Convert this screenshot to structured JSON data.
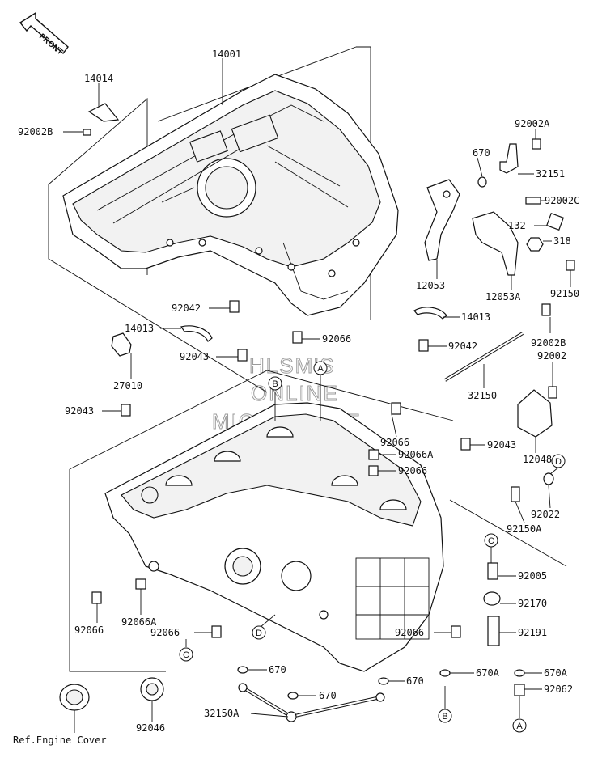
{
  "diagram": {
    "front_label": "FRONT",
    "watermark": [
      "HLSM'S",
      "ONLINE",
      "MICROFICHE"
    ],
    "reference_note": "Ref.Engine Cover",
    "part_labels": [
      {
        "id": "p14001",
        "text": "14001"
      },
      {
        "id": "p14014",
        "text": "14014"
      },
      {
        "id": "p92002B_top",
        "text": "92002B"
      },
      {
        "id": "p92002A",
        "text": "92002A"
      },
      {
        "id": "p670_top",
        "text": "670"
      },
      {
        "id": "p32151",
        "text": "32151"
      },
      {
        "id": "p92002C",
        "text": "92002C"
      },
      {
        "id": "p132",
        "text": "132"
      },
      {
        "id": "p318",
        "text": "318"
      },
      {
        "id": "p92150",
        "text": "92150"
      },
      {
        "id": "p12053",
        "text": "12053"
      },
      {
        "id": "p12053A",
        "text": "12053A"
      },
      {
        "id": "p14013_r",
        "text": "14013"
      },
      {
        "id": "p92042_l",
        "text": "92042"
      },
      {
        "id": "p14013_l",
        "text": "14013"
      },
      {
        "id": "p92066_top",
        "text": "92066"
      },
      {
        "id": "p92042_r",
        "text": "92042"
      },
      {
        "id": "p92002B_r",
        "text": "92002B"
      },
      {
        "id": "p92002",
        "text": "92002"
      },
      {
        "id": "p92043_mid",
        "text": "92043"
      },
      {
        "id": "p27010",
        "text": "27010"
      },
      {
        "id": "p32150",
        "text": "32150"
      },
      {
        "id": "p92043_l",
        "text": "92043"
      },
      {
        "id": "p92066_r1",
        "text": "92066"
      },
      {
        "id": "p92066A_r",
        "text": "92066A"
      },
      {
        "id": "p92066_r2",
        "text": "92066"
      },
      {
        "id": "p92043_r",
        "text": "92043"
      },
      {
        "id": "p12048",
        "text": "12048"
      },
      {
        "id": "p92022",
        "text": "92022"
      },
      {
        "id": "p92150A",
        "text": "92150A"
      },
      {
        "id": "p92005",
        "text": "92005"
      },
      {
        "id": "p92170",
        "text": "92170"
      },
      {
        "id": "p92191",
        "text": "92191"
      },
      {
        "id": "p92066_bl",
        "text": "92066"
      },
      {
        "id": "p92066A_bl",
        "text": "92066A"
      },
      {
        "id": "p92066_bc",
        "text": "92066"
      },
      {
        "id": "p92066_br",
        "text": "92066"
      },
      {
        "id": "p670_b1",
        "text": "670"
      },
      {
        "id": "p670_b2",
        "text": "670"
      },
      {
        "id": "p670_b3",
        "text": "670"
      },
      {
        "id": "p670A_1",
        "text": "670A"
      },
      {
        "id": "p670A_2",
        "text": "670A"
      },
      {
        "id": "p92062",
        "text": "92062"
      },
      {
        "id": "p32150A",
        "text": "32150A"
      },
      {
        "id": "p92046",
        "text": "92046"
      }
    ],
    "callouts": [
      {
        "id": "cB_top",
        "text": "B"
      },
      {
        "id": "cA_top",
        "text": "A"
      },
      {
        "id": "cD_right",
        "text": "D"
      },
      {
        "id": "cC_right",
        "text": "C"
      },
      {
        "id": "cD_low",
        "text": "D"
      },
      {
        "id": "cC_low",
        "text": "C"
      },
      {
        "id": "cB_bottom",
        "text": "B"
      },
      {
        "id": "cA_bottom",
        "text": "A"
      }
    ]
  }
}
